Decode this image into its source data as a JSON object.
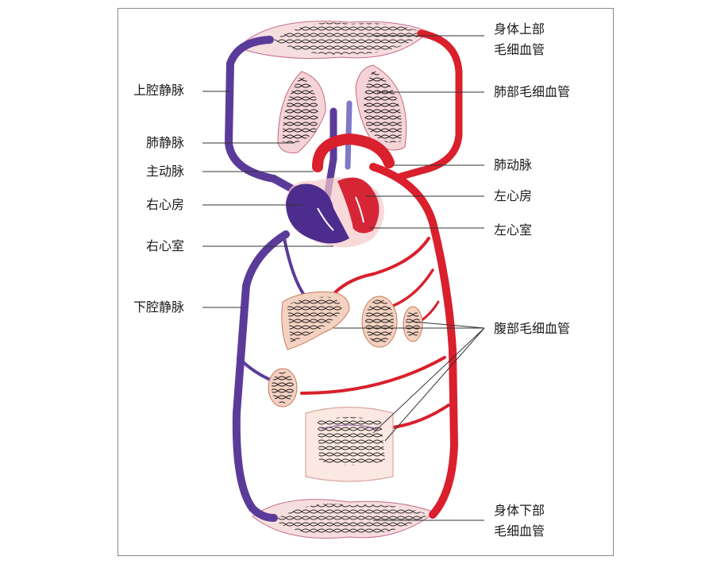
{
  "title": "",
  "colors": {
    "vein": "#5b3b9a",
    "artery": "#d9202c",
    "pink_bg": "#f7d2cf",
    "leader": "#333333",
    "frame": "#8a8a8a"
  },
  "labels": {
    "left": [
      {
        "id": "superior-vena-cava",
        "text": "上腔静脉"
      },
      {
        "id": "pulmonary-vein",
        "text": "肺静脉"
      },
      {
        "id": "aorta",
        "text": "主动脉"
      },
      {
        "id": "right-atrium",
        "text": "右心房"
      },
      {
        "id": "right-ventricle",
        "text": "右心室"
      },
      {
        "id": "inferior-vena-cava",
        "text": "下腔静脉"
      }
    ],
    "right": [
      {
        "id": "upper-body-capillaries",
        "line1": "身体上部",
        "line2": "毛细血管"
      },
      {
        "id": "lung-capillaries",
        "text": "肺部毛细血管"
      },
      {
        "id": "pulmonary-artery",
        "text": "肺动脉"
      },
      {
        "id": "left-atrium",
        "text": "左心房"
      },
      {
        "id": "left-ventricle",
        "text": "左心室"
      },
      {
        "id": "abdominal-capillaries",
        "text": "腹部毛细血管"
      },
      {
        "id": "lower-body-capillaries",
        "line1": "身体下部",
        "line2": "毛细血管"
      }
    ]
  }
}
